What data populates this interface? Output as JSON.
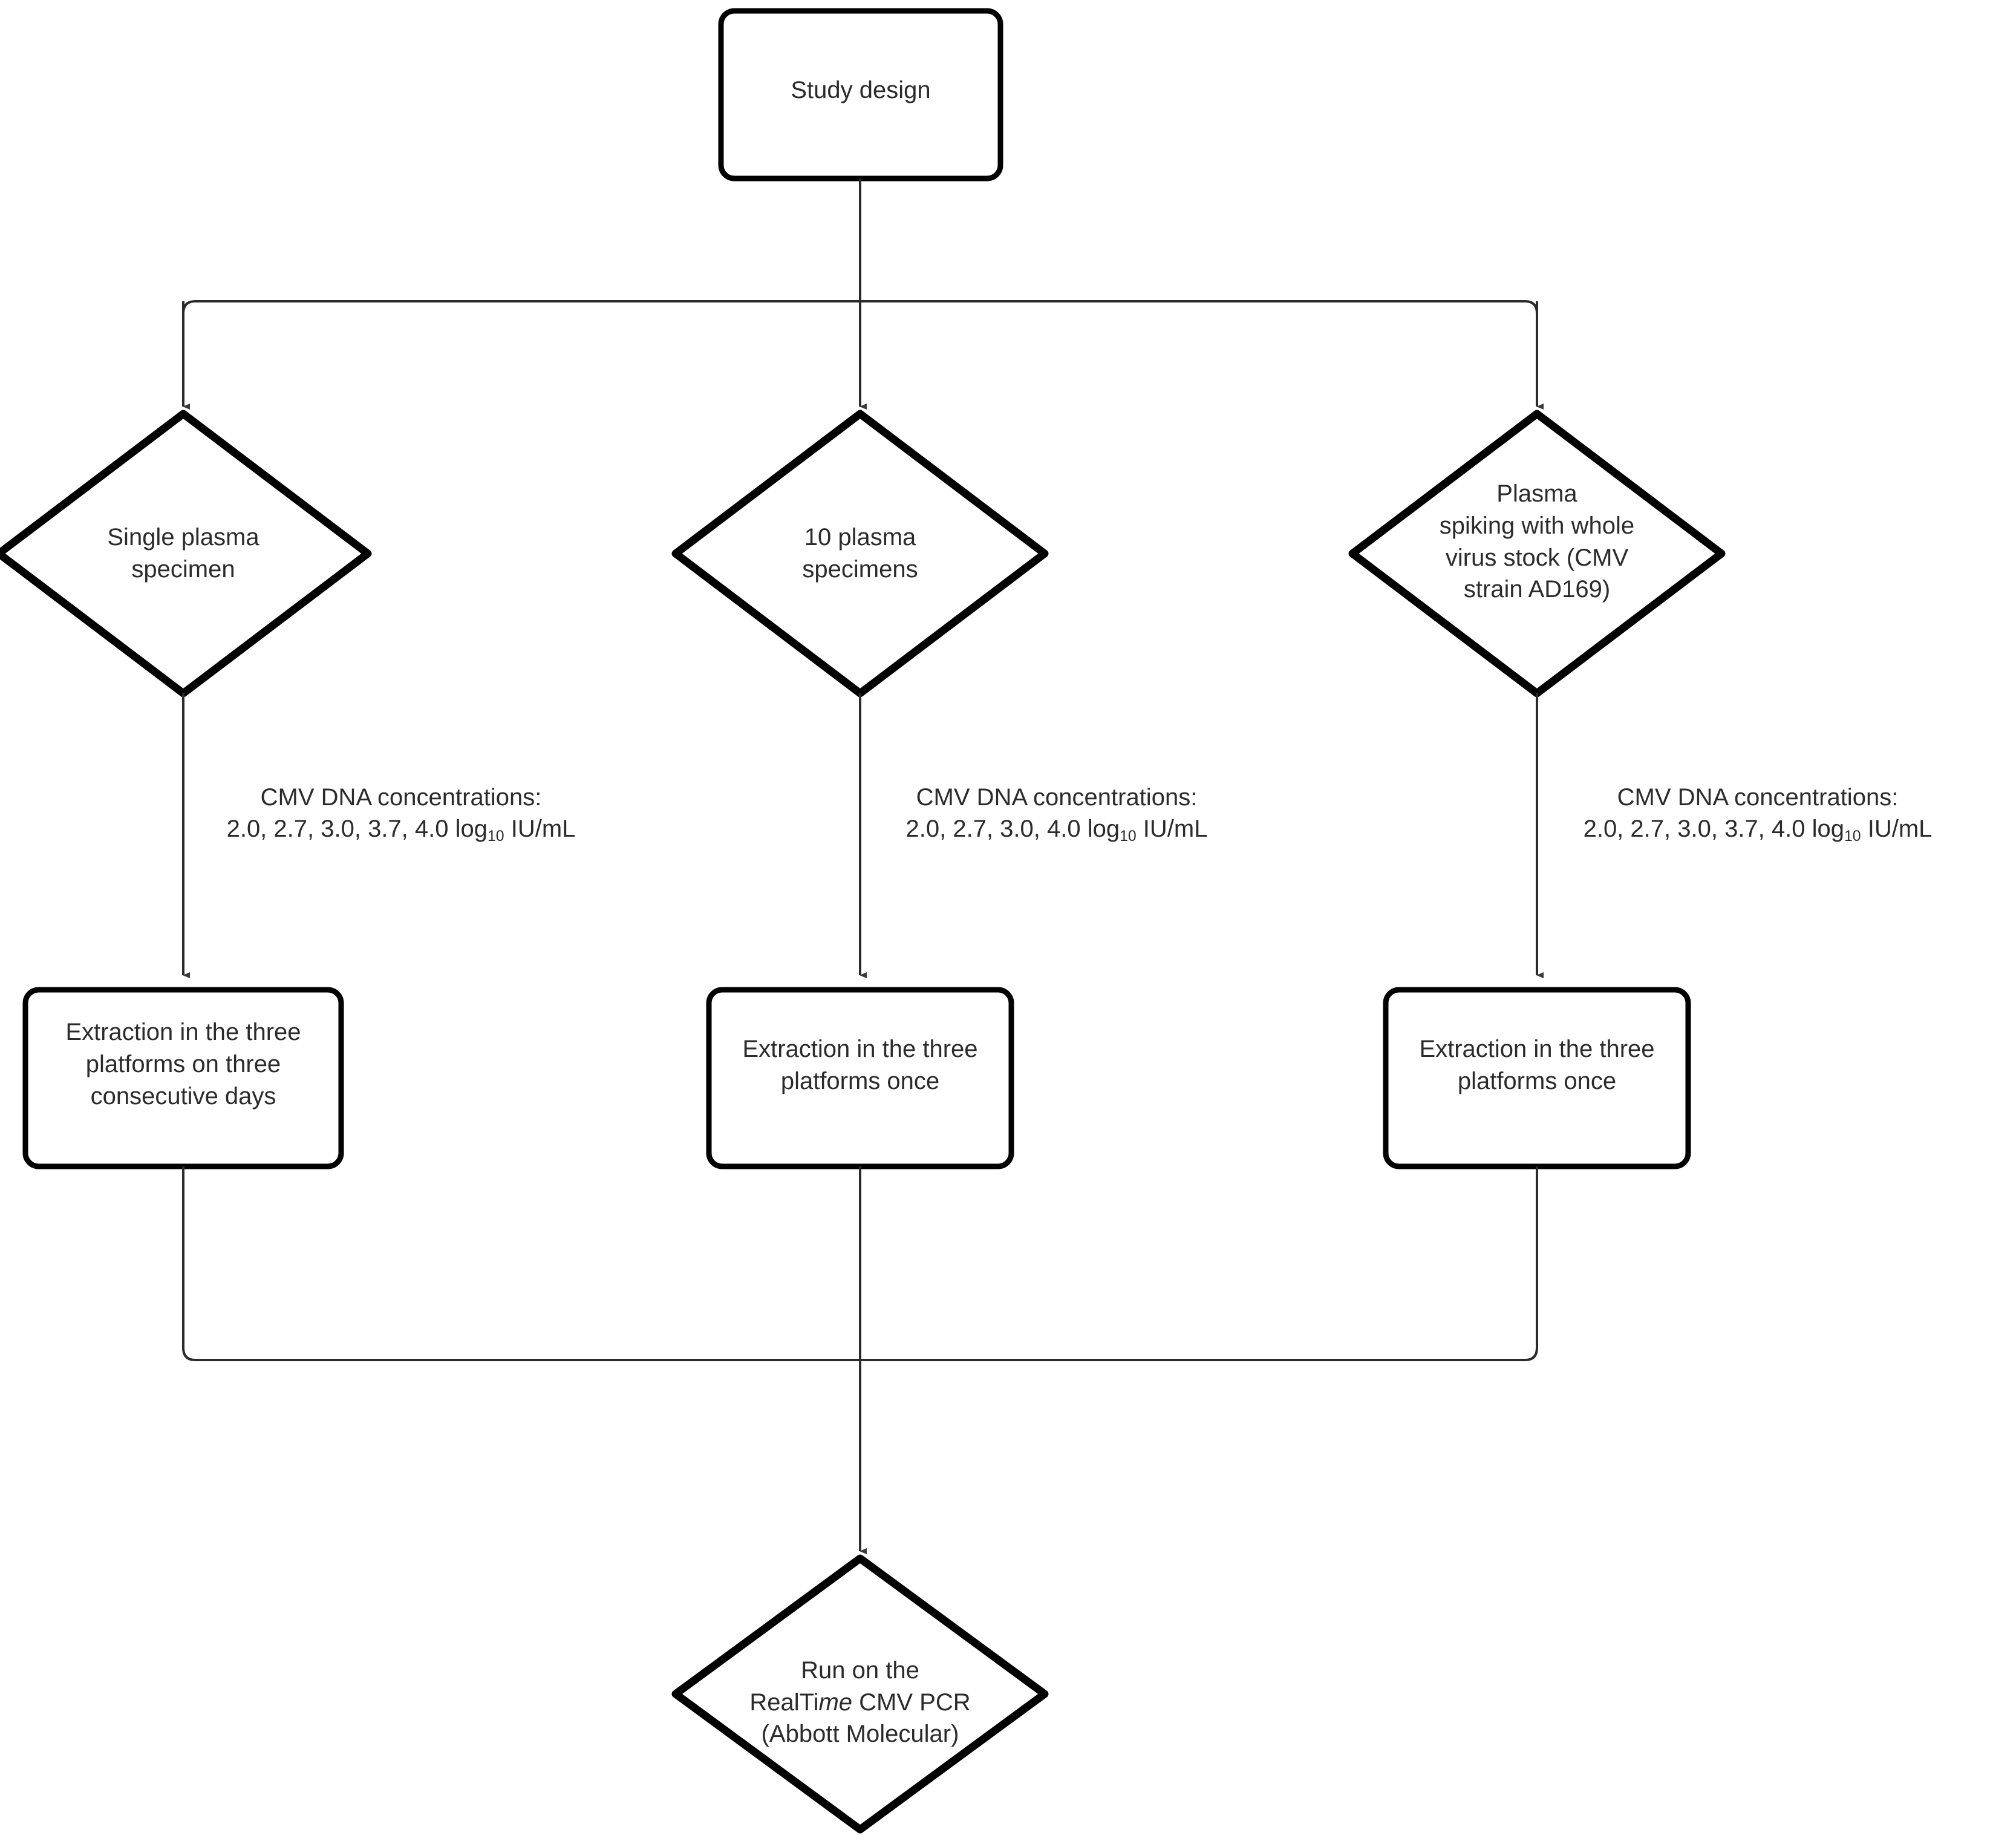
{
  "diagram": {
    "title_node": {
      "label": "Study design"
    },
    "branches": [
      {
        "id": "left",
        "source_label": "Single plasma\nspecimen",
        "edge_label_line1": "CMV DNA concentrations:",
        "edge_label_line2_pre": "2.0, 2.7, 3.0, 3.7, 4.0 log",
        "edge_label_line2_sub": "10",
        "edge_label_line2_post": " IU/mL",
        "process_label": "Extraction in the three\nplatforms on three\nconsecutive days",
        "concentrations": [
          "2.0",
          "2.7",
          "3.0",
          "3.7",
          "4.0"
        ],
        "units": "log10 IU/mL"
      },
      {
        "id": "middle",
        "source_label": "10 plasma\nspecimens",
        "edge_label_line1": "CMV DNA concentrations:",
        "edge_label_line2_pre": "2.0, 2.7, 3.0, 4.0 log",
        "edge_label_line2_sub": "10",
        "edge_label_line2_post": " IU/mL",
        "process_label": "Extraction in the three\nplatforms once",
        "concentrations": [
          "2.0",
          "2.7",
          "3.0",
          "4.0"
        ],
        "units": "log10 IU/mL"
      },
      {
        "id": "right",
        "source_label": "Plasma\nspiking with whole\nvirus stock (CMV\nstrain AD169)",
        "edge_label_line1": "CMV DNA concentrations:",
        "edge_label_line2_pre": "2.0, 2.7, 3.0, 3.7, 4.0 log",
        "edge_label_line2_sub": "10",
        "edge_label_line2_post": " IU/mL",
        "process_label": "Extraction in the three\nplatforms once",
        "concentrations": [
          "2.0",
          "2.7",
          "3.0",
          "3.7",
          "4.0"
        ],
        "units": "log10 IU/mL"
      }
    ],
    "terminal_node": {
      "line1": "Run on the",
      "line2_pre": "RealTi",
      "line2_italic": "me",
      "line2_post": " CMV PCR",
      "line3": "(Abbott Molecular)"
    },
    "colors": {
      "shape_stroke": "#000000",
      "connector_stroke": "#2b2b2b",
      "text": "#2b2b2b",
      "background": "#ffffff"
    }
  }
}
